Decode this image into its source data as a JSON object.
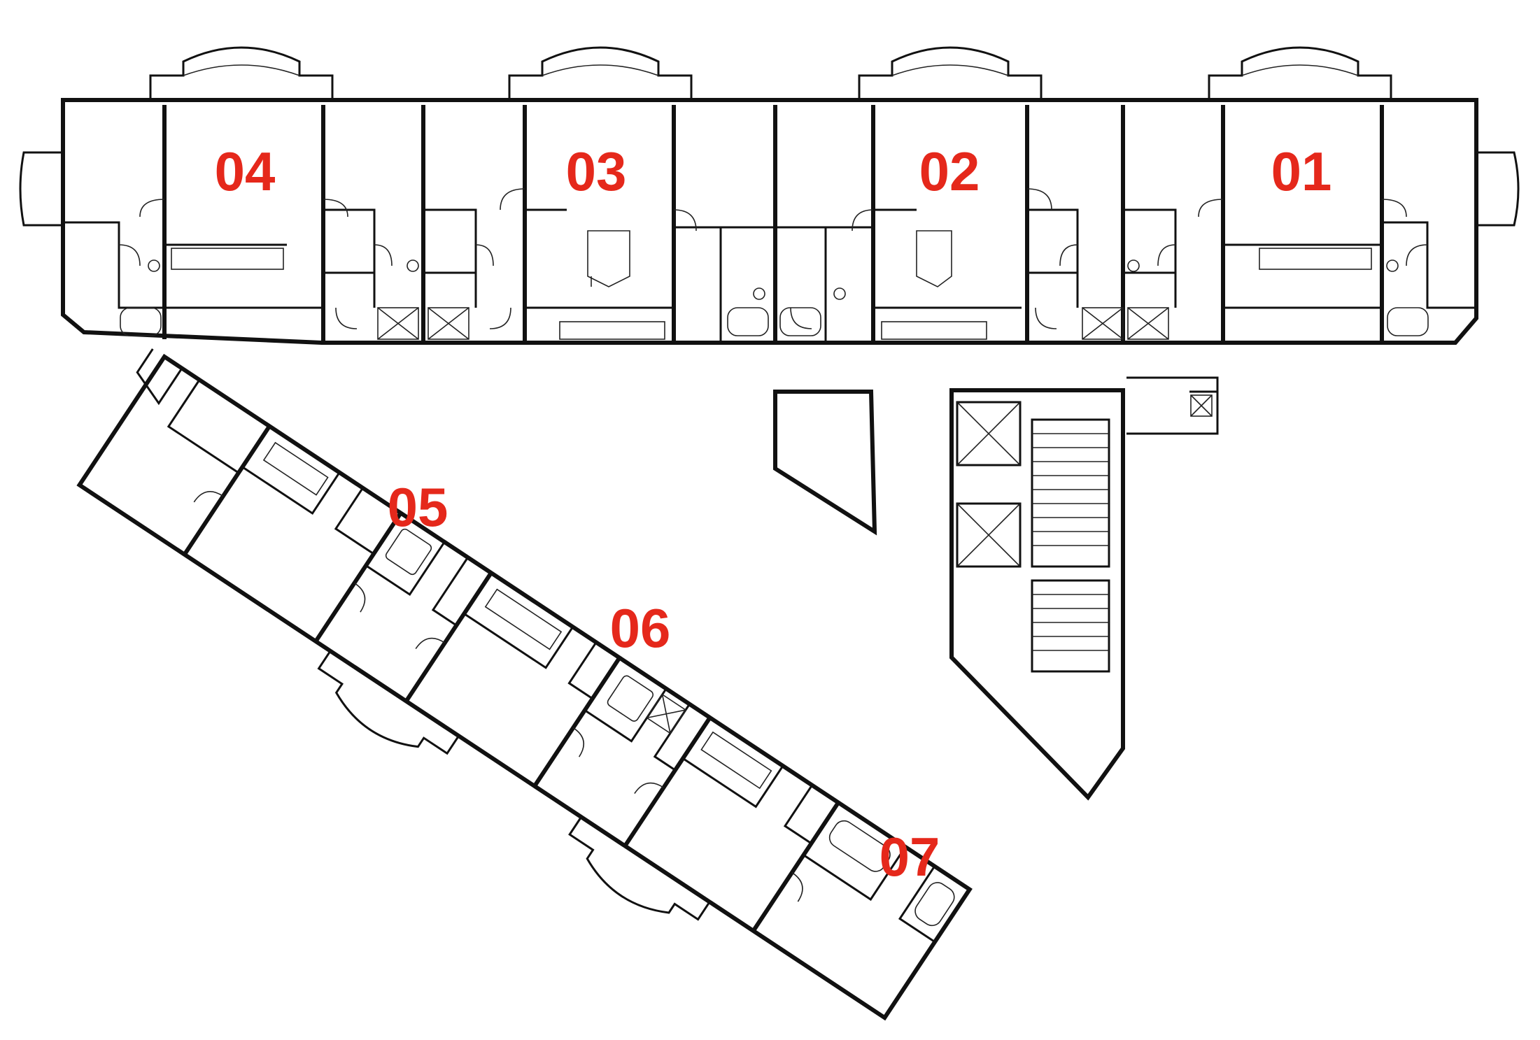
{
  "units": [
    {
      "id": "04",
      "label": "04"
    },
    {
      "id": "03",
      "label": "03"
    },
    {
      "id": "02",
      "label": "02"
    },
    {
      "id": "01",
      "label": "01"
    },
    {
      "id": "05",
      "label": "05"
    },
    {
      "id": "06",
      "label": "06"
    },
    {
      "id": "07",
      "label": "07"
    }
  ],
  "colors": {
    "label": "#e5281b",
    "line": "#111111",
    "background": "#ffffff"
  }
}
